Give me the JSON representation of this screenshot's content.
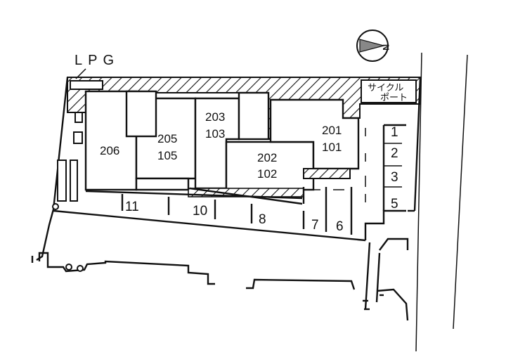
{
  "labels": {
    "lpg": "LPG",
    "cycle_port_line1": "サイクル",
    "cycle_port_line2": "ポート",
    "compass": "N"
  },
  "units": [
    {
      "id": "206",
      "lines": [
        "206"
      ]
    },
    {
      "id": "205-105",
      "lines": [
        "205",
        "105"
      ]
    },
    {
      "id": "203-103",
      "lines": [
        "203",
        "103"
      ]
    },
    {
      "id": "202-102",
      "lines": [
        "202",
        "102"
      ]
    },
    {
      "id": "201-101",
      "lines": [
        "201",
        "101"
      ]
    }
  ],
  "parking_spaces": [
    "1",
    "2",
    "3",
    "5",
    "6",
    "7",
    "8",
    "10",
    "11"
  ]
}
